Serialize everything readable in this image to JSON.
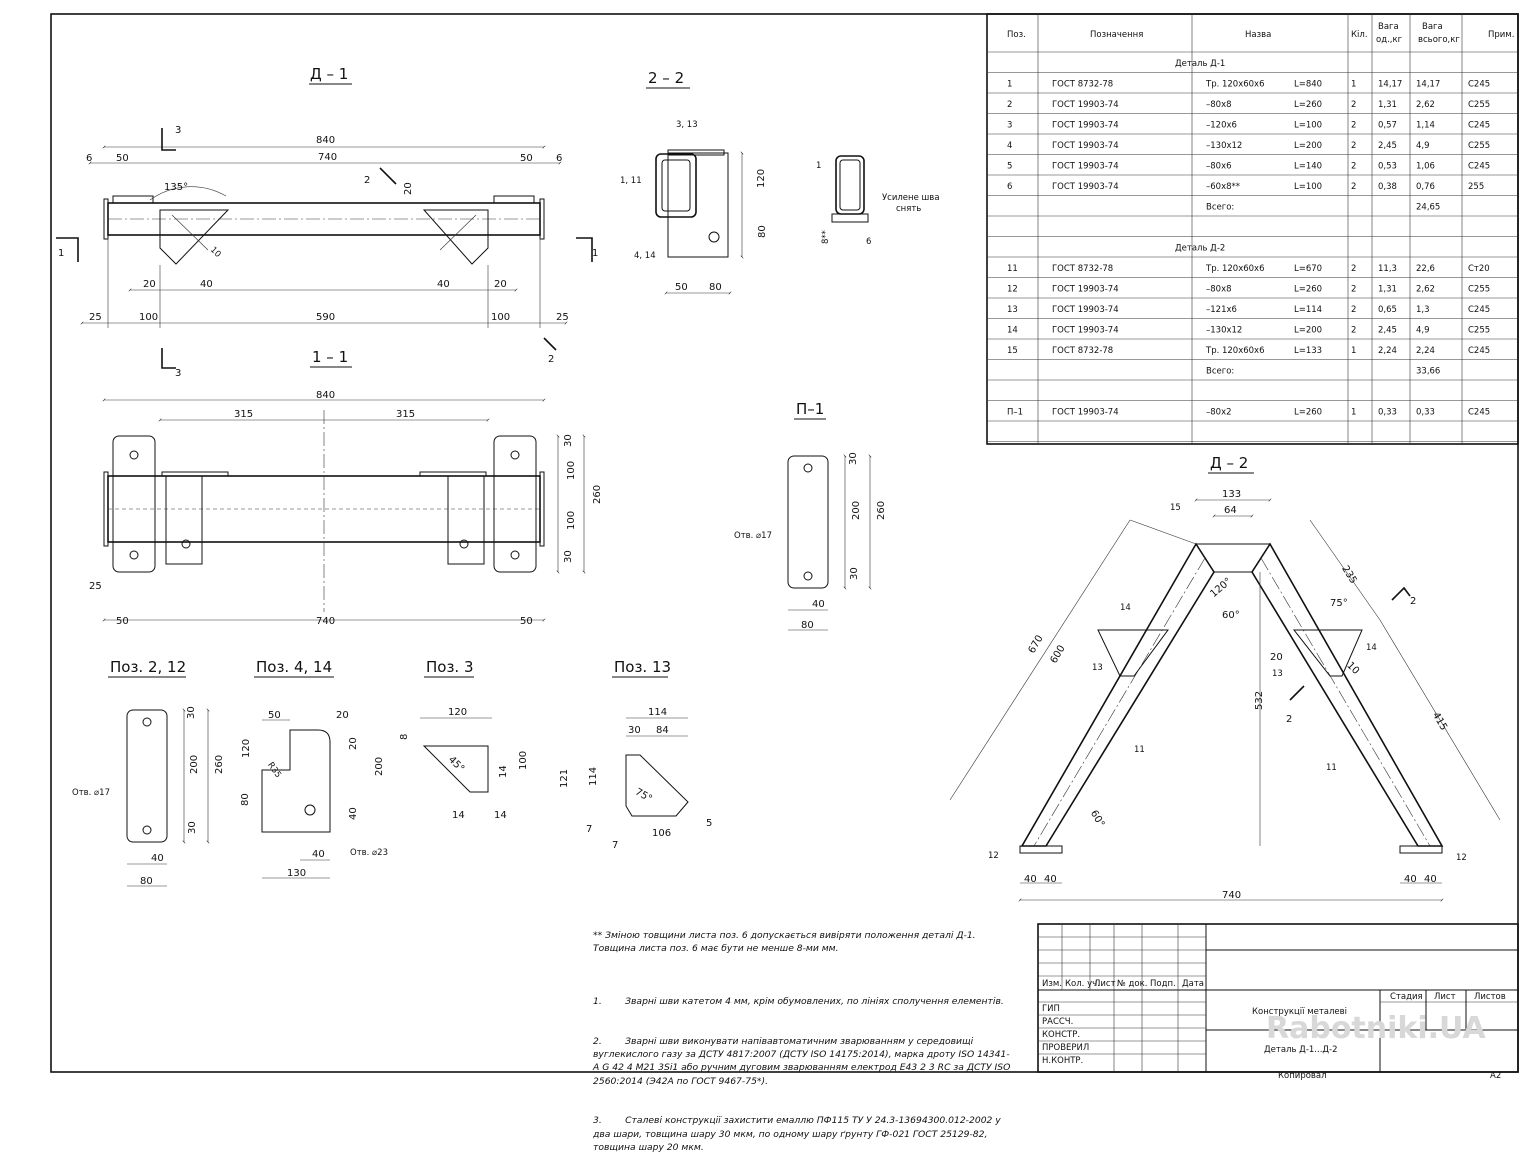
{
  "views": {
    "d1_title": "Д – 1",
    "d2_title": "Д – 2",
    "s22_title": "2 – 2",
    "s11_title": "1 – 1",
    "p1_title": "П–1",
    "poz212_title": "Поз. 2, 12",
    "poz414_title": "Поз. 4, 14",
    "poz3_title": "Поз. 3",
    "poz13_title": "Поз. 13"
  },
  "dims": {
    "d1": {
      "overall": "840",
      "inner": "740",
      "left_end": "6",
      "right_end": "6",
      "left_50": "50",
      "right_50": "50",
      "angle": "135°",
      "h20": "20",
      "h10": "10",
      "b20l": "20",
      "b40l": "40",
      "b40r": "40",
      "b20r": "20",
      "b25l": "25",
      "b100l": "100",
      "b590": "590",
      "b100r": "100",
      "b25r": "25",
      "cut1": "1",
      "cut2": "2",
      "cut3": "3"
    },
    "s22": {
      "top": "3, 13",
      "l111": "1, 11",
      "l414": "4, 14",
      "h120": "120",
      "h80": "80",
      "w50": "50",
      "w80": "80"
    },
    "weld": {
      "p1": "1",
      "p6": "6",
      "thk": "8**",
      "note1": "Усилене шва",
      "note2": "снять"
    },
    "s11": {
      "overall": "840",
      "l315": "315",
      "r315": "315",
      "w740": "740",
      "b50l": "50",
      "b50r": "50",
      "b25": "25",
      "r30a": "30",
      "r100a": "100",
      "r100b": "100",
      "r30b": "30",
      "r260": "260"
    },
    "p1": {
      "hole": "Отв. ⌀17",
      "h30a": "30",
      "h200": "200",
      "h30b": "30",
      "h260": "260",
      "w40": "40",
      "w80": "80"
    },
    "poz212": {
      "hole": "Отв. ⌀17",
      "h30a": "30",
      "h200": "200",
      "h30b": "30",
      "h260": "260",
      "w40": "40",
      "w80": "80"
    },
    "poz414": {
      "w50": "50",
      "w20": "20",
      "r35": "R35",
      "h120": "120",
      "h80": "80",
      "r20": "20",
      "r200": "200",
      "r40": "40",
      "w40": "40",
      "w130": "130",
      "hole": "Отв. ⌀23"
    },
    "poz3": {
      "w120": "120",
      "h8": "8",
      "a45": "45°",
      "h14": "14",
      "h100": "100",
      "b14a": "14",
      "b14b": "14"
    },
    "poz13": {
      "w114": "114",
      "w30": "30",
      "w84": "84",
      "h121": "121",
      "h114": "114",
      "a75": "75°",
      "h7": "7",
      "b7": "7",
      "w106": "106",
      "b5": "5"
    },
    "d2": {
      "w133": "133",
      "w64": "64",
      "l15": "15",
      "l235": "235",
      "a75": "75°",
      "a120": "120°",
      "a60": "60°",
      "l670": "670",
      "l600": "600",
      "h532": "532",
      "l415": "415",
      "l14a": "14",
      "l13a": "13",
      "l14b": "14",
      "l13b": "13",
      "r20": "20",
      "r10": "10",
      "l11a": "11",
      "l11b": "11",
      "a60b": "60°",
      "l12a": "12",
      "l12b": "12",
      "b40a": "40",
      "b40b": "40",
      "b40c": "40",
      "b40d": "40",
      "w740": "740",
      "cut": "2"
    }
  },
  "spec": {
    "headers": [
      "Поз.",
      "Позначення",
      "Назва",
      "Кіл.",
      "Вага од.,кг",
      "Вага всього,кг",
      "Прим."
    ],
    "sections": [
      {
        "title": "Деталь Д-1",
        "rows": [
          [
            "1",
            "ГОСТ 8732-78",
            "Тр. 120х60х6",
            "L=840",
            "1",
            "14,17",
            "14,17",
            "С245"
          ],
          [
            "2",
            "ГОСТ 19903-74",
            "–80х8",
            "L=260",
            "2",
            "1,31",
            "2,62",
            "С255"
          ],
          [
            "3",
            "ГОСТ 19903-74",
            "–120х6",
            "L=100",
            "2",
            "0,57",
            "1,14",
            "С245"
          ],
          [
            "4",
            "ГОСТ 19903-74",
            "–130х12",
            "L=200",
            "2",
            "2,45",
            "4,9",
            "С255"
          ],
          [
            "5",
            "ГОСТ 19903-74",
            "–80х6",
            "L=140",
            "2",
            "0,53",
            "1,06",
            "С245"
          ],
          [
            "6",
            "ГОСТ 19903-74",
            "–60х8**",
            "L=100",
            "2",
            "0,38",
            "0,76",
            "255"
          ]
        ],
        "total_label": "Всего:",
        "total": "24,65"
      },
      {
        "title": "Деталь Д-2",
        "rows": [
          [
            "11",
            "ГОСТ 8732-78",
            "Тр. 120х60х6",
            "L=670",
            "2",
            "11,3",
            "22,6",
            "Ст20"
          ],
          [
            "12",
            "ГОСТ 19903-74",
            "–80х8",
            "L=260",
            "2",
            "1,31",
            "2,62",
            "С255"
          ],
          [
            "13",
            "ГОСТ 19903-74",
            "–121х6",
            "L=114",
            "2",
            "0,65",
            "1,3",
            "С245"
          ],
          [
            "14",
            "ГОСТ 19903-74",
            "–130х12",
            "L=200",
            "2",
            "2,45",
            "4,9",
            "С255"
          ],
          [
            "15",
            "ГОСТ 8732-78",
            "Тр. 120х60х6",
            "L=133",
            "1",
            "2,24",
            "2,24",
            "С245"
          ]
        ],
        "total_label": "Всего:",
        "total": "33,66"
      }
    ],
    "extra": [
      "П–1",
      "ГОСТ 19903-74",
      "–80х2",
      "L=260",
      "1",
      "0,33",
      "0,33",
      "С245"
    ]
  },
  "notes": {
    "star": "** Зміною товщини листа поз. 6 допускається вивіряти положення деталі Д-1.\nТовщина листа поз. 6 має бути не менше 8-ми мм.",
    "n1": "1.        Зварні шви катетом 4 мм, крім обумовлених, по лініях сполучення елементів.",
    "n2": "2.        Зварні шви виконувати напівавтоматичним зварюванням у середовищі вуглекислого газу за ДСТУ 4817:2007 (ДСТУ ISO 14175:2014), марка дроту ISO 14341-A G 42 4 M21 3Si1 або ручним дуговим зварюванням електрод Е43 2 3 RC за ДСТУ ISO 2560:2014 (Э42А по ГОСТ 9467-75*).",
    "n3": "3.        Сталеві конструкції захистити емаллю ПФ115 ТУ У 24.3-13694300.012-2002 у два шари, товщина шару 30 мкм, по одному шару ґрунту ГФ-021 ГОСТ 25129-82, товщина шару 20 мкм."
  },
  "stamp": {
    "cols": [
      "Изм.",
      "Кол. уч.",
      "Лист",
      "№ док.",
      "Подп.",
      "Дата"
    ],
    "roles": [
      "ГИП",
      "РАССЧ.",
      "КОНСТР.",
      "ПРОВЕРИЛ",
      "Н.КОНТР."
    ],
    "project": "Конструкції металеві",
    "drawing": "Деталь Д-1...Д-2",
    "stage_label": "Стадия",
    "sheet_label": "Лист",
    "sheets_label": "Листов",
    "copied": "Копировал",
    "format": "А2",
    "watermark": "Rabotniki.UA"
  }
}
